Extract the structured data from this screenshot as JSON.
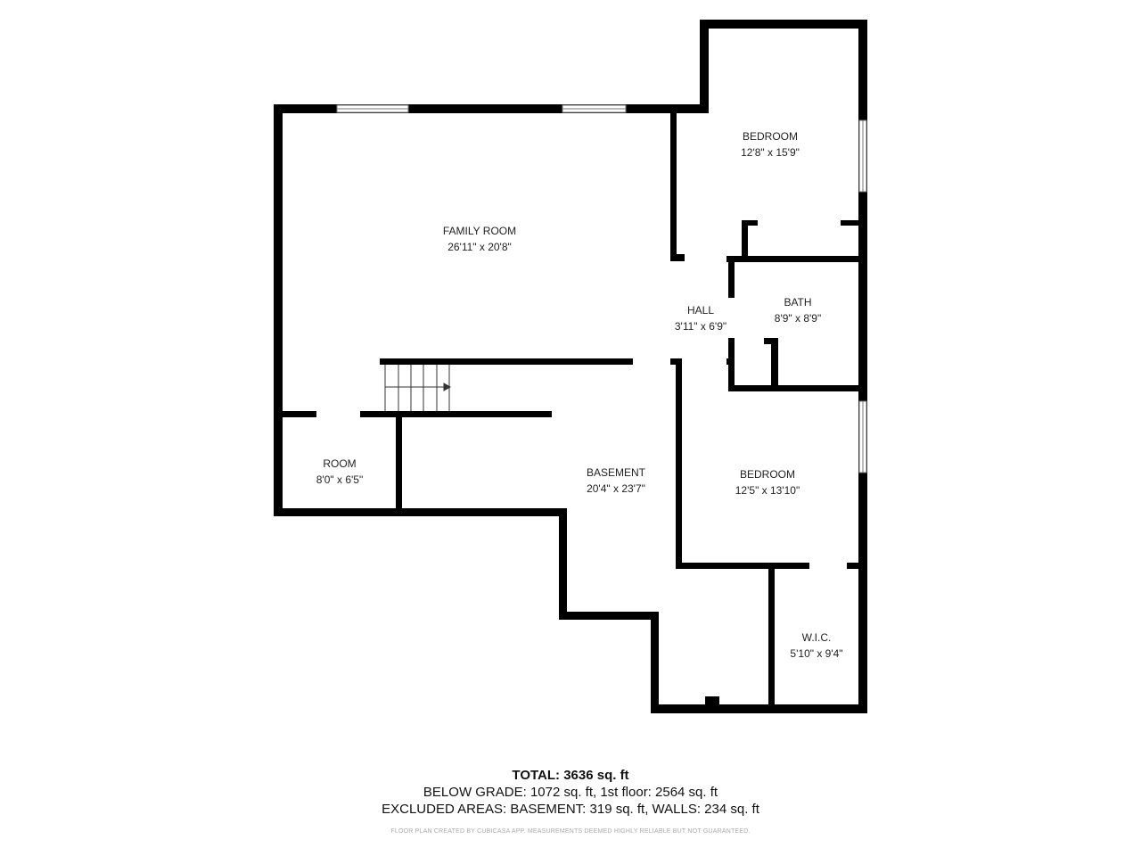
{
  "rooms": [
    {
      "id": "family-room",
      "name": "FAMILY ROOM",
      "dims": "26'11\" x 20'8\""
    },
    {
      "id": "bedroom-1",
      "name": "BEDROOM",
      "dims": "12'8\" x 15'9\""
    },
    {
      "id": "hall",
      "name": "HALL",
      "dims": "3'11\" x 6'9\""
    },
    {
      "id": "bath",
      "name": "BATH",
      "dims": "8'9\" x 8'9\""
    },
    {
      "id": "room",
      "name": "ROOM",
      "dims": "8'0\" x 6'5\""
    },
    {
      "id": "basement",
      "name": "BASEMENT",
      "dims": "20'4\" x 23'7\""
    },
    {
      "id": "bedroom-2",
      "name": "BEDROOM",
      "dims": "12'5\" x 13'10\""
    },
    {
      "id": "wic",
      "name": "W.I.C.",
      "dims": "5'10\" x 9'4\""
    }
  ],
  "summary": {
    "total": "TOTAL: 3636 sq. ft",
    "below_grade": "BELOW GRADE: 1072 sq. ft, 1st floor: 2564 sq. ft",
    "excluded": "EXCLUDED AREAS: BASEMENT: 319 sq. ft, WALLS: 234 sq. ft",
    "disclaimer": "FLOOR PLAN CREATED BY CUBICASA APP. MEASUREMENTS DEEMED HIGHLY RELIABLE BUT NOT GUARANTEED."
  },
  "colors": {
    "wall": "#000000",
    "background": "#ffffff",
    "window": "#ffffff",
    "disclaimer": "#aaaaaa"
  }
}
